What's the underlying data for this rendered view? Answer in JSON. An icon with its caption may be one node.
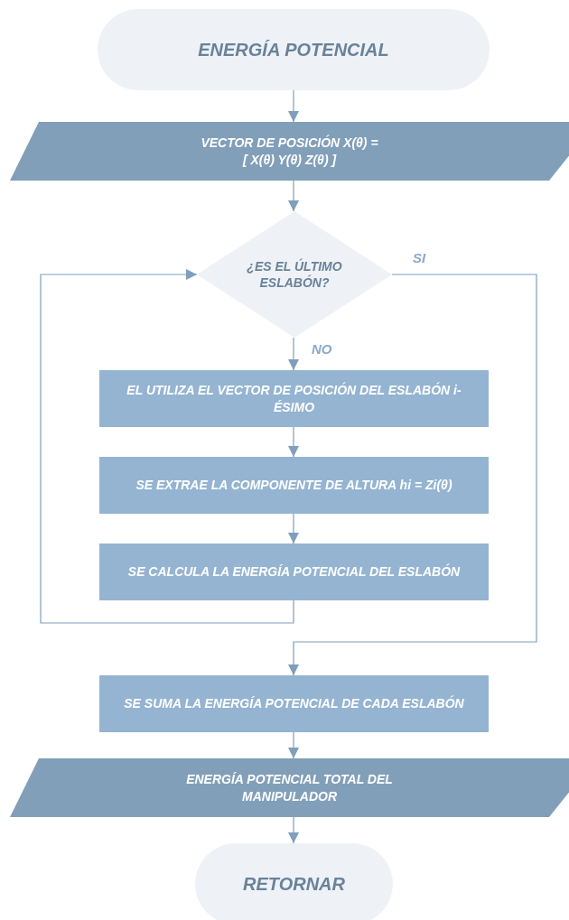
{
  "diagram": {
    "nodes": [
      {
        "text": [
          "ENERGÍA POTENCIAL"
        ]
      },
      {
        "text": [
          "VECTOR DE POSICIÓN X(θ) = [ X(θ) Y(θ) Z(θ) ]"
        ]
      },
      {
        "text": [
          "¿ES EL ÚLTIMO ESLABÓN?"
        ]
      },
      {
        "text": [
          "EL UTILIZA EL VECTOR DE POSICIÓN DEL ESLABÓN i-ÉSIMO"
        ]
      },
      {
        "text": [
          "SE EXTRAE LA COMPONENTE DE ALTURA hi = Zi(θ)"
        ]
      },
      {
        "text": [
          "SE CALCULA LA ENERGÍA POTENCIAL DEL ESLABÓN"
        ]
      },
      {
        "text": [
          "SE SUMA LA ENERGÍA POTENCIAL DE CADA ESLABÓN"
        ]
      },
      {
        "text": [
          "ENERGÍA POTENCIAL TOTAL DEL MANIPULADOR"
        ]
      },
      {
        "text": [
          "RETORNAR"
        ]
      }
    ],
    "edges": [
      {
        "from": 0,
        "to": 1,
        "arrow": "to"
      },
      {
        "from": 1,
        "to": 2,
        "arrow": "to"
      },
      {
        "from": 2,
        "to": 3,
        "arrow": "to",
        "label": "NO"
      },
      {
        "from": 3,
        "to": 4,
        "arrow": "to"
      },
      {
        "from": 4,
        "to": 5,
        "arrow": "to"
      },
      {
        "from": 5,
        "to": 2,
        "arrow": "to"
      },
      {
        "from": 2,
        "to": 6,
        "arrow": "to",
        "label": "SI"
      },
      {
        "from": 6,
        "to": 7,
        "arrow": "to"
      },
      {
        "from": 7,
        "to": 8,
        "arrow": "to"
      }
    ]
  }
}
